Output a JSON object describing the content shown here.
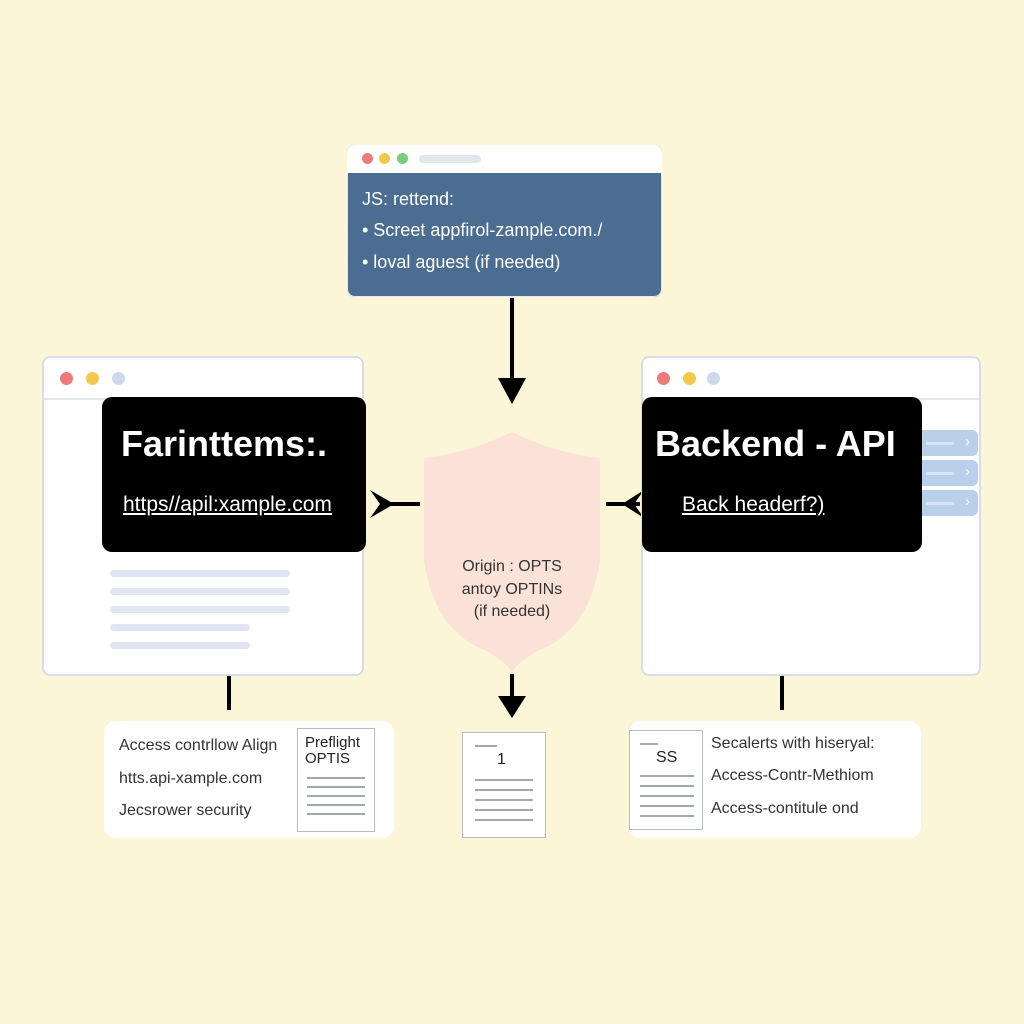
{
  "js_window": {
    "lines": [
      "JS: rettend:",
      "•  Screet appfirol-zample.com./",
      "•  loval aguest (if needed)"
    ]
  },
  "frontend": {
    "title": "Farinttems:.",
    "url": "https//apil:xample.com"
  },
  "backend": {
    "title": "Backend - API",
    "sub": "Back headerf?)"
  },
  "shield": {
    "lines": [
      "Origin : OPTS",
      "antoy OPTINs",
      "(if needed)"
    ]
  },
  "left_card": {
    "lines": [
      "Access contrllow Align",
      "htts.api-xample.com",
      "Jecsrower security"
    ],
    "doc_label": "Preflight OPTIS"
  },
  "center_doc": {
    "label": "1"
  },
  "right_card": {
    "doc_label": "SS",
    "lines": [
      "Secalerts with hiseryal:",
      "Access-Contr-Methiom",
      "Access-contitule ond"
    ]
  },
  "colors": {
    "background": "#fcf6d8",
    "js_panel": "#4b6d91",
    "shield": "#fbe2d8",
    "panel": "#000000"
  }
}
